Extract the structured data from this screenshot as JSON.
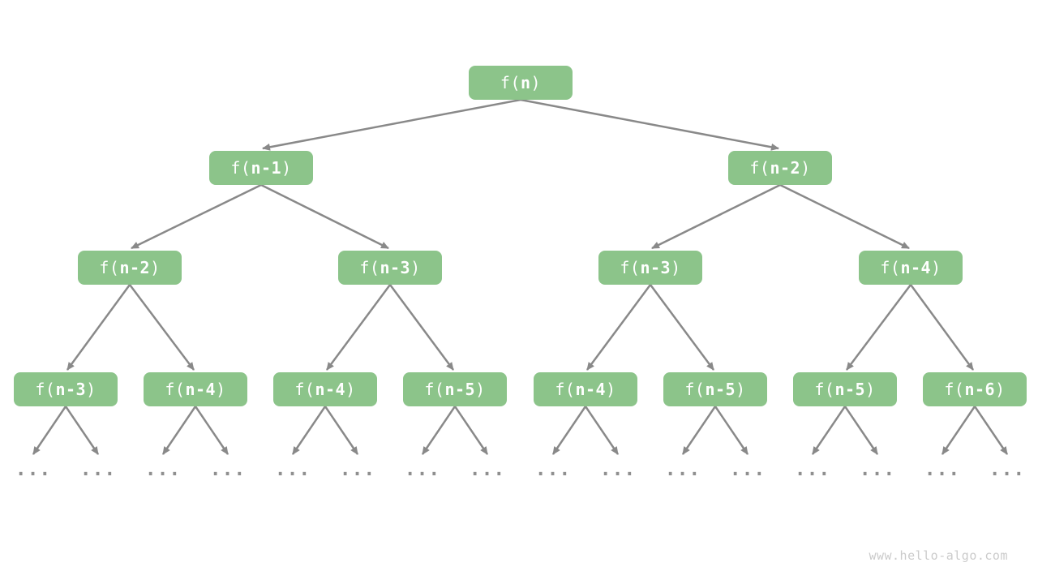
{
  "colors": {
    "background": "#ffffff",
    "node_fill": "#8cc48a",
    "node_text": "#ffffff",
    "edge": "#898989",
    "ellipsis": "#8f8f8f",
    "watermark": "#cbcbcb"
  },
  "tree": {
    "level0": [
      "f(n)"
    ],
    "level1": [
      "f(n-1)",
      "f(n-2)"
    ],
    "level2": [
      "f(n-2)",
      "f(n-3)",
      "f(n-3)",
      "f(n-4)"
    ],
    "level3": [
      "f(n-3)",
      "f(n-4)",
      "f(n-4)",
      "f(n-5)",
      "f(n-4)",
      "f(n-5)",
      "f(n-5)",
      "f(n-6)"
    ],
    "ellipsis": "..."
  },
  "watermark": "www.hello-algo.com"
}
